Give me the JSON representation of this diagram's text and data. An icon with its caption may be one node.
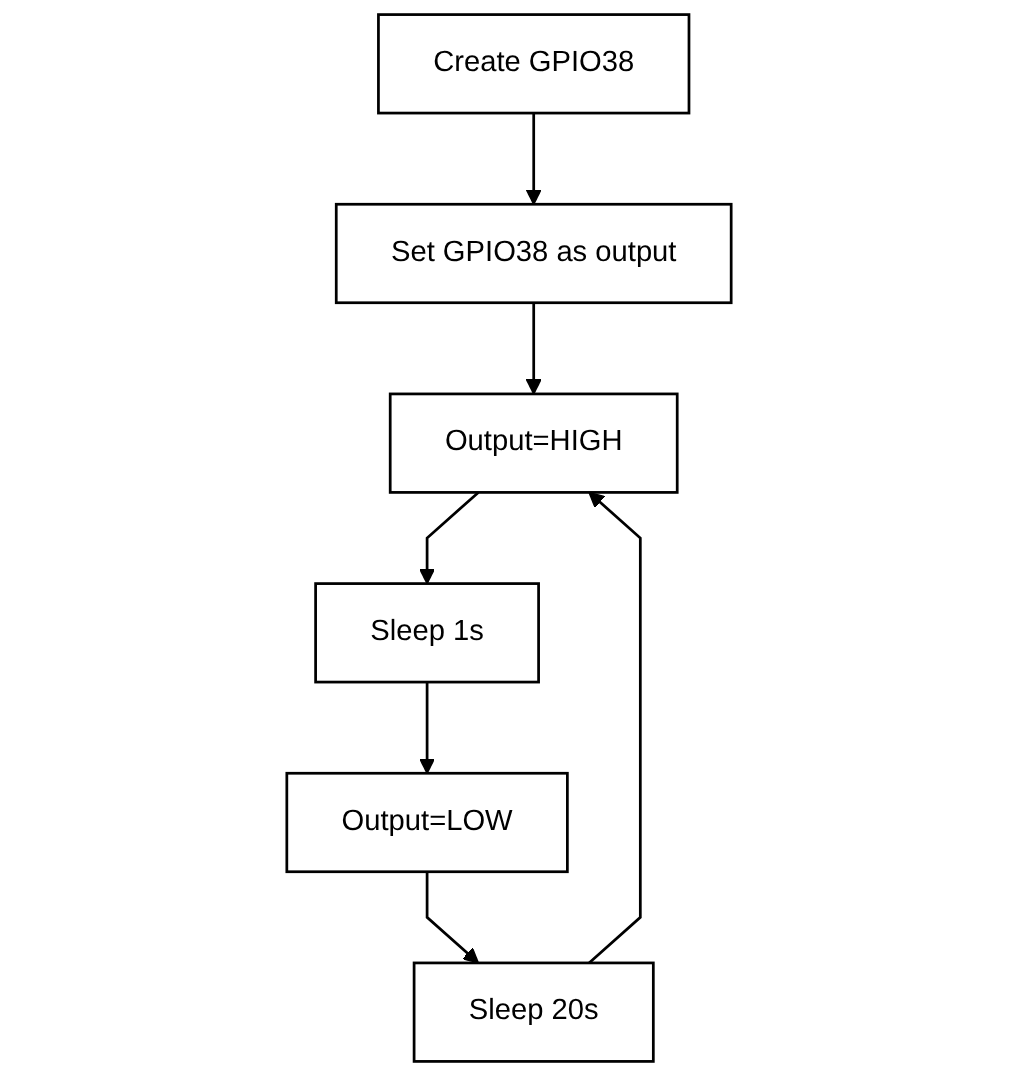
{
  "diagram": {
    "nodes": [
      {
        "text": [
          "Create GPIO38"
        ]
      },
      {
        "text": [
          "Set GPIO38 as output"
        ]
      },
      {
        "text": [
          "Output=HIGH"
        ]
      },
      {
        "text": [
          "Sleep 20s"
        ]
      },
      {
        "text": [
          "Sleep 1s"
        ]
      },
      {
        "text": [
          "Output=LOW"
        ]
      }
    ],
    "edges": [
      {
        "from": 0,
        "to": 1,
        "arrow": "to"
      },
      {
        "from": 1,
        "to": 2,
        "arrow": "to"
      },
      {
        "from": 2,
        "to": 4,
        "arrow": "to"
      },
      {
        "from": 4,
        "to": 5,
        "arrow": "to"
      },
      {
        "from": 5,
        "to": 3,
        "arrow": "to"
      },
      {
        "from": 3,
        "to": 2,
        "arrow": "to"
      }
    ]
  }
}
